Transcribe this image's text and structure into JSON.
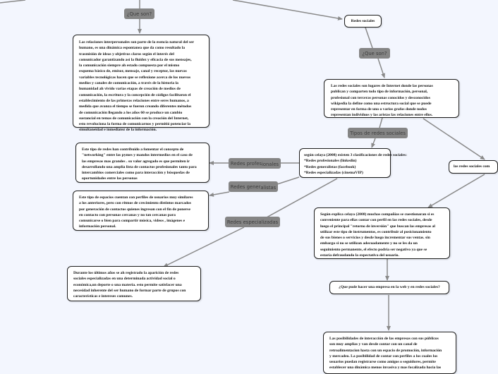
{
  "diagram": {
    "title": "Redes sociales",
    "nodes": {
      "redes_sociales": "Redes sociales",
      "interpersonales": [
        "Las relaciones interpersonales son parte de la esencia natural del ser",
        "humano, es una dinámica espontanea que da como resultado la",
        "trasmisión de ideas y objetivos claros según el interés del",
        "comunicador garantizando así la fluidez y eficacia de sus mensajes,",
        "la comunicación siempre ah estado compuesta por el mismo",
        "esquema básico de, emisor, mensaje, canal y receptor, las nuevas",
        "variables tecnológicas hacen que se reflexione acerca de los nuevos",
        "medios y canales de comunicación, a través de la historia la",
        "humanidad ah vivido varias etapas de creación de medios de",
        "comunicación, la escritura y la concepción de códigos facilitaron el",
        "establecimiento de las primeras relaciones entre seres humanos, a",
        "medida que avanza el tiempo se fueron creando diferentes métodos",
        "de comunicación llegando a los años 60 se produce un cambio",
        "sustancial en temas de comunicación con la creación del Internet,",
        "esto revoluciona la forma de comunicarnos y permitió potenciar la",
        "simultaneidad e inmediatez de la información."
      ],
      "definicion": [
        "Las redes sociales son lugares de Internet donde las personas",
        "publican y comparten todo tipo de información, personal,",
        "profesional con terceras personas conocidos y desconocidos",
        "wikipedia la define como una estructura social que se puede",
        "representar en forma de uno o varios grafos donde nodos",
        "representan individuos y las aristas las relaciones entre ellos."
      ],
      "clasificaciones": [
        "según celaya (2008) existen 3 clasificaciones de redes sociales:",
        "*Redes profesionales (linkedin)",
        "*Redes generalistas (facebook)",
        "*Redes especializadas (cinemaVIP)"
      ],
      "profesionales": [
        "Este tipo de redes han contribuido a fomentar el concepto de",
        "\"networking\" entre las pymes y mandos intermedios en el caso de",
        "las empresas mas grandes . su valor agregado es que permiten ir",
        "desarrollando una amplia lista de contactos profesionales tanto para",
        "intercambios comerciales como para interacción y búsquedas de",
        "oportunidades entre las personas"
      ],
      "generalistas": [
        "Este tipo de espacios cuentan con perfiles de usuarios muy similares",
        "a los anteriores, pero con ritmos de crecimiento distintos marcados",
        "por generación de contactos quienes ingresan con el fin de ponerse",
        "en contacto con personas cercanas y no tan cercanas para",
        "comunicarse o bien para compartir música, videos , imágenes e",
        "información personal."
      ],
      "especializadas": [
        "Durante los últimos años se ah registrado la aparición de redes",
        "sociales especializadas en una determinada actividad social o",
        "económica,un deporte o una materia. esto permite satisfacer una",
        "necesidad inherente del ser humano de formar parte de grupos con",
        "características e intereses comunes."
      ],
      "empresas_truncated": "las redes sociales com",
      "celaya_empresas": [
        "Según explica celaya (2008) muchas compañías se cuestionaran si es",
        "conveniente para ellas contar con perfil en las redes sociales, desde",
        "luego el principal \"retorno de inversión\" que buscan las empresas al",
        "utilizar este tipo de instrumentos, es contribuir al posicionamiento",
        "de sus bienes o servicios y desde luego incrementar sus ventas. sin",
        "embargo si no se utilizan adecuadamente y no se les da un",
        "seguimiento permanente, el efecto podría ser negativo ya que se",
        "estaría defraudando la expectativa del usuario."
      ],
      "pregunta_empresa": "¿Que pude hacer una empresa en la web y en redes sociales?",
      "posibilidades": [
        "Las posibilidades de interacción de las empresas con sus públicos",
        "son muy amplias y van desde contar con un canal de",
        "retroalimentacion hasta con un espacio de promoción, información",
        "y mercadeo. La posibilidad de contar con perfiles a los cuales los",
        "usuarios puedan registrarse como amigos o seguidores, permite",
        "establecer una dinámica menos invasiva y mas focalizada hacia las"
      ]
    },
    "labels": {
      "que_son_left": "¿Que son?",
      "que_son_right": "¿Que son?",
      "tipos": "Tipos de redes sociales",
      "profesionales_a": "Redes profes",
      "profesionales_b": "ionales",
      "generalistas_a": "Redes gener",
      "generalistas_b": "alistas",
      "especializadas": "Redes especializadas"
    },
    "colors": {
      "background": "#f3f6fe",
      "edge": "#8a8a8a",
      "label_bg": "#858585",
      "node_border": "#1e1e1e"
    }
  }
}
